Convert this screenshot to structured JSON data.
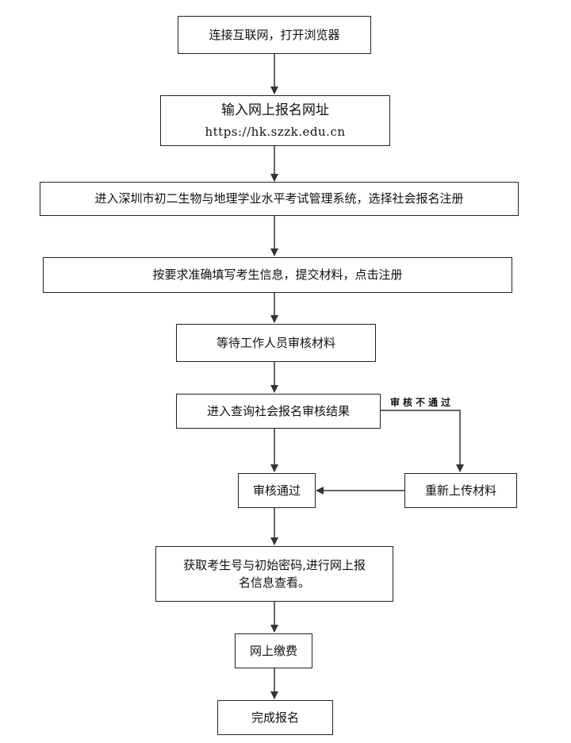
{
  "steps": {
    "connect": "连接互联网，打开浏览器",
    "enter_url_title": "输入网上报名网址",
    "enter_url_link": "https://hk.szzk.edu.cn",
    "enter_system": "进入深圳市初二生物与地理学业水平考试管理系统，选择社会报名注册",
    "fill_info": "按要求准确填写考生信息，提交材料，点击注册",
    "wait_review": "等待工作人员审核材料",
    "query_result": "进入查询社会报名审核结果",
    "approved": "审核通过",
    "reupload": "重新上传材料",
    "get_number_line1": "获取考生号与初始密码,进行网上报",
    "get_number_line2": "名信息查看。",
    "pay": "网上缴费",
    "complete": "完成报名"
  },
  "edges": {
    "reject_label": "审核不通过"
  }
}
